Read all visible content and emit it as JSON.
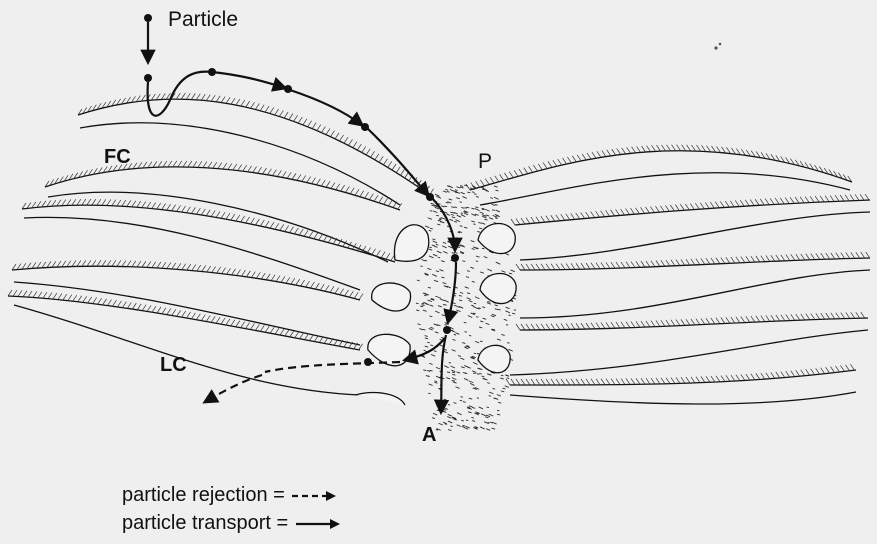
{
  "labels": {
    "particle": "Particle",
    "fc": "FC",
    "p": "P",
    "lc": "LC",
    "a": "A"
  },
  "legend": {
    "rejection": "particle rejection =",
    "transport": "particle transport ="
  },
  "colors": {
    "background": "#efefef",
    "ink": "#111111",
    "stipple": "#2a2a2a"
  }
}
